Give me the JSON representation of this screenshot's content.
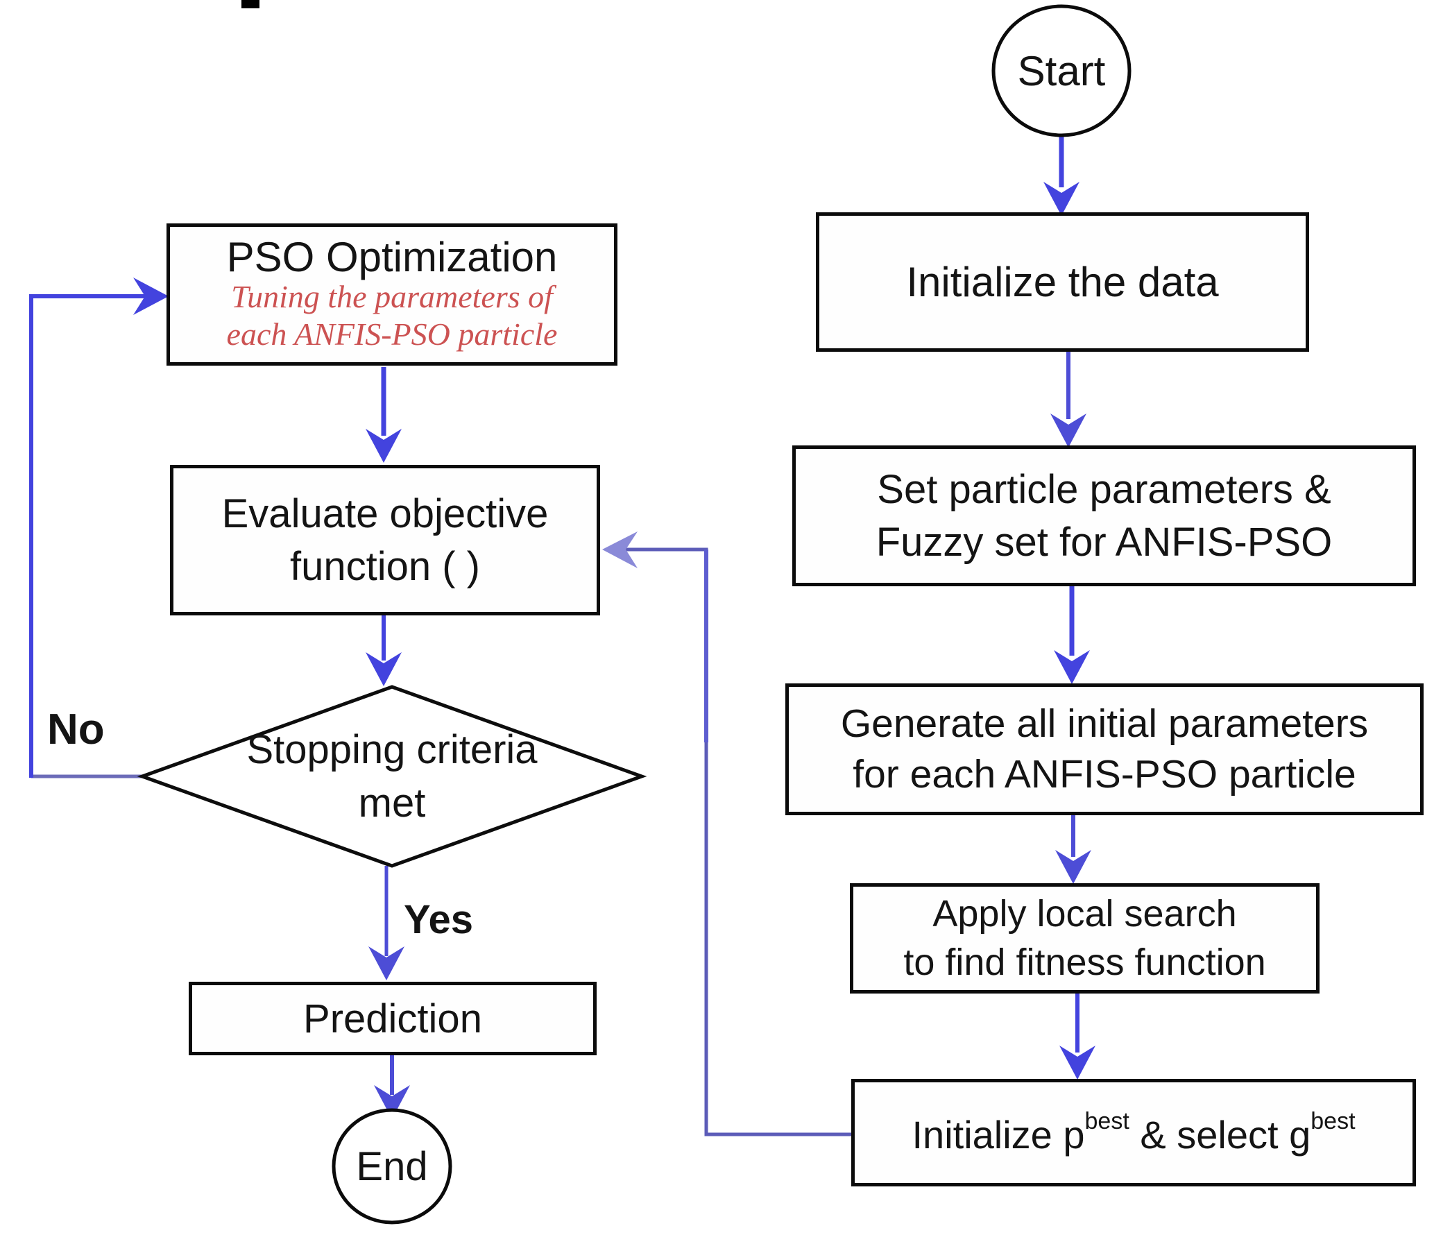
{
  "diagram": {
    "background": "#ffffff",
    "colors": {
      "box_border": "#0b0b0b",
      "text": "#141414",
      "arrow_blue": "#4343de",
      "branch_arrow_blue": "#4d4dd6",
      "connector_slate": "#5c5cb8",
      "return_line_blue": "#5d5dd0",
      "arrowhead_light": "#8a8ad8",
      "note_red": "#cc5252"
    },
    "left_column": {
      "pso_box": {
        "title": "PSO Optimization",
        "note_line1": "Tuning the parameters of",
        "note_line2": "each ANFIS-PSO particle"
      },
      "evaluate_box": {
        "line1": "Evaluate objective",
        "line2": "function ( )"
      },
      "decision": {
        "line1": "Stopping criteria",
        "line2": "met"
      },
      "no_label": "No",
      "yes_label": "Yes",
      "prediction_box": {
        "label": "Prediction"
      },
      "end_node": {
        "label": "End"
      }
    },
    "right_column": {
      "start_node": {
        "label": "Start"
      },
      "init_data_box": {
        "label": "Initialize the data"
      },
      "set_particle_box": {
        "line1": "Set particle parameters &",
        "line2": "Fuzzy set for ANFIS-PSO"
      },
      "generate_box": {
        "line1": "Generate all initial parameters",
        "line2": "for each ANFIS-PSO particle"
      },
      "local_search_box": {
        "line1": "Apply local search",
        "line2": "to find fitness function"
      },
      "init_best_box": {
        "prefix": "Initialize p",
        "sup1": "best",
        "mid": " & select g",
        "sup2": "best"
      }
    }
  }
}
